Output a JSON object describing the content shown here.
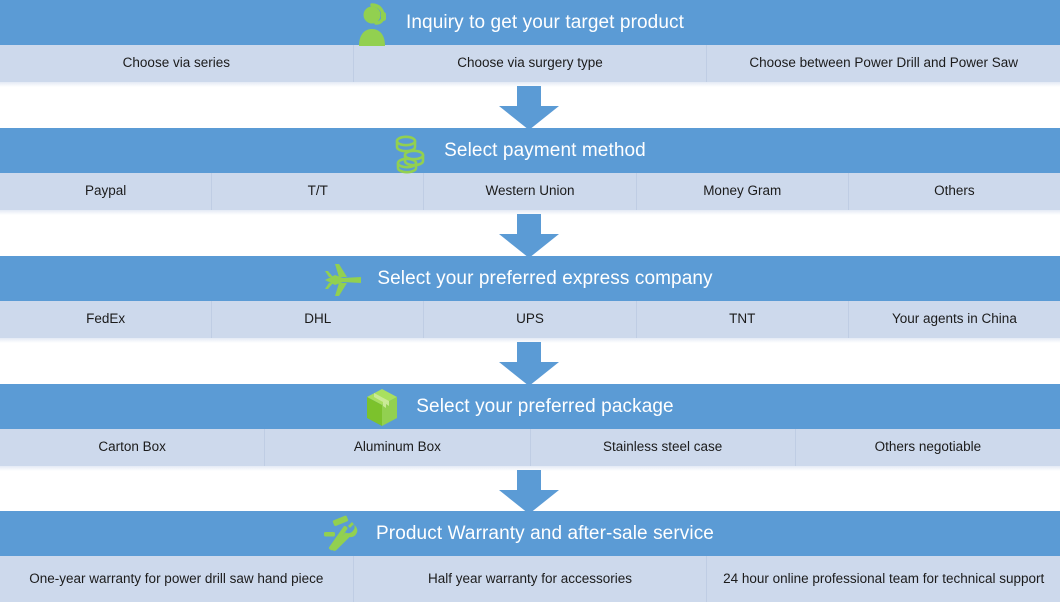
{
  "colors": {
    "header_blue": "#5B9BD5",
    "option_bg": "#CDD9EC",
    "icon_green": "#92D050",
    "title_text": "#FFFFFF",
    "option_text": "#1B1B1B"
  },
  "stages": [
    {
      "id": "inquiry",
      "title": "Inquiry to get your target product",
      "icon": "customer-support-person-icon",
      "options": [
        "Choose via series",
        "Choose via surgery type",
        "Choose  between Power Drill and Power Saw"
      ]
    },
    {
      "id": "payment",
      "title": "Select payment method",
      "icon": "stacked-coins-icon",
      "options": [
        "Paypal",
        "T/T",
        "Western Union",
        "Money Gram",
        "Others"
      ]
    },
    {
      "id": "express",
      "title": "Select your preferred express company",
      "icon": "airplane-icon",
      "options": [
        "FedEx",
        "DHL",
        "UPS",
        "TNT",
        "Your agents in China"
      ]
    },
    {
      "id": "package",
      "title": "Select your preferred package",
      "icon": "package-box-icon",
      "options": [
        "Carton Box",
        "Aluminum Box",
        "Stainless steel case",
        "Others negotiable"
      ]
    },
    {
      "id": "warranty",
      "title": "Product Warranty and after-sale service",
      "icon": "hammer-wrench-tools-icon",
      "options": [
        "One-year warranty for power drill saw hand piece",
        "Half year warranty for accessories",
        "24 hour online professional team for technical support"
      ]
    }
  ],
  "arrows": [
    {
      "id": "arrow-inquiry-to-payment"
    },
    {
      "id": "arrow-payment-to-express"
    },
    {
      "id": "arrow-express-to-package"
    },
    {
      "id": "arrow-package-to-warranty"
    }
  ]
}
